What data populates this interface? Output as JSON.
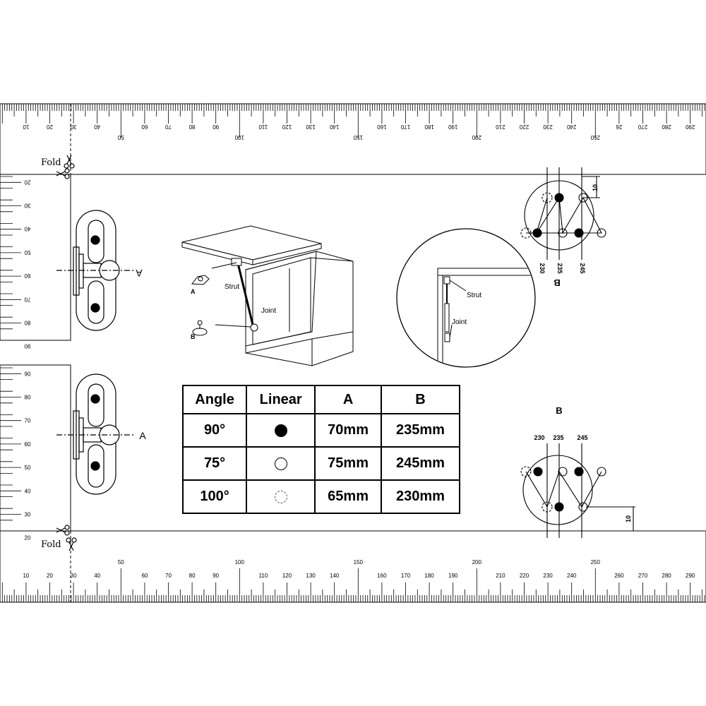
{
  "fold_label": "Fold",
  "top_ruler_labels": [
    "10",
    "20",
    "30",
    "40",
    "50",
    "60",
    "70",
    "80",
    "90",
    "100",
    "110",
    "120",
    "130",
    "140",
    "150",
    "160",
    "170",
    "180",
    "190",
    "200",
    "210",
    "220",
    "230",
    "240",
    "250",
    "26",
    "270",
    "280",
    "290"
  ],
  "bottom_ruler_labels": [
    "10",
    "20",
    "30",
    "40",
    "50",
    "60",
    "70",
    "80",
    "90",
    "100",
    "110",
    "120",
    "130",
    "140",
    "150",
    "160",
    "170",
    "180",
    "190",
    "200",
    "210",
    "220",
    "230",
    "240",
    "250",
    "260",
    "270",
    "280",
    "290"
  ],
  "left_top_ruler_labels": [
    "20",
    "30",
    "40",
    "50",
    "60",
    "70",
    "80",
    "90"
  ],
  "left_bottom_ruler_labels": [
    "90",
    "80",
    "70",
    "60",
    "50",
    "40",
    "30",
    "20"
  ],
  "marker_a": "A",
  "marker_b": "B",
  "cabinet": {
    "strut": "Strut",
    "joint": "Joint",
    "part_a": "A",
    "part_b": "B"
  },
  "detail": {
    "strut": "Strut",
    "joint": "Joint"
  },
  "pattern_top": {
    "title": "B",
    "dim": "10",
    "labels": [
      "230",
      "235",
      "245"
    ]
  },
  "pattern_bottom": {
    "title": "B",
    "dim": "10",
    "labels": [
      "230",
      "235",
      "245"
    ]
  },
  "table": {
    "headers": [
      "Angle",
      "Linear",
      "A",
      "B"
    ],
    "rows": [
      {
        "angle": "90°",
        "marker": "filled",
        "a": "70mm",
        "b": "235mm"
      },
      {
        "angle": "75°",
        "marker": "open",
        "a": "75mm",
        "b": "245mm"
      },
      {
        "angle": "100°",
        "marker": "dashed",
        "a": "65mm",
        "b": "230mm"
      }
    ]
  }
}
